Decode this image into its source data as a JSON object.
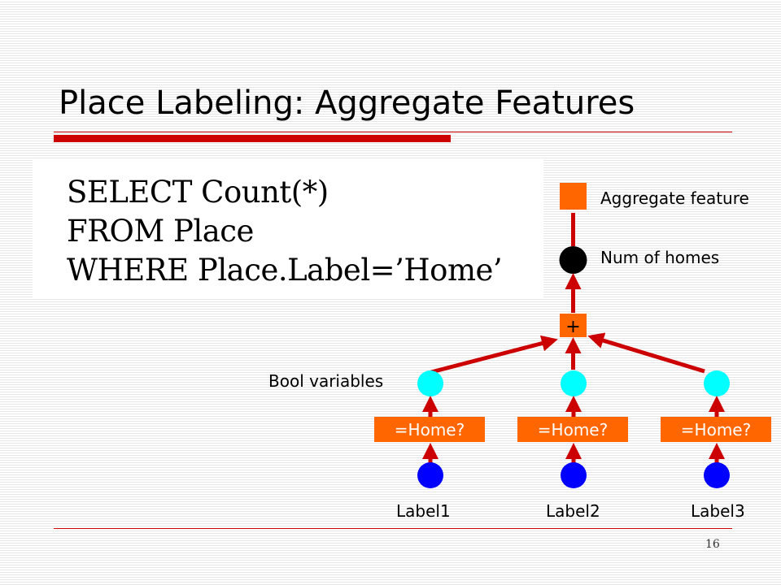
{
  "slide": {
    "title": "Place Labeling: Aggregate Features",
    "page_number": "16"
  },
  "sql": {
    "line1": "SELECT Count(*)",
    "line2": "FROM Place",
    "line3": "WHERE Place.Label=’Home’"
  },
  "diagram": {
    "aggregate_feature_label": "Aggregate feature",
    "num_of_homes_label": "Num of homes",
    "bool_variables_label": "Bool variables",
    "plus_symbol": "+",
    "test_nodes": [
      "=Home?",
      "=Home?",
      "=Home?"
    ],
    "input_labels": [
      "Label1",
      "Label2",
      "Label3"
    ],
    "colors": {
      "orange": "#ff6600",
      "arrow_red": "#cc0000",
      "cyan": "#00ffff",
      "blue": "#0000ff",
      "black": "#000000"
    }
  }
}
